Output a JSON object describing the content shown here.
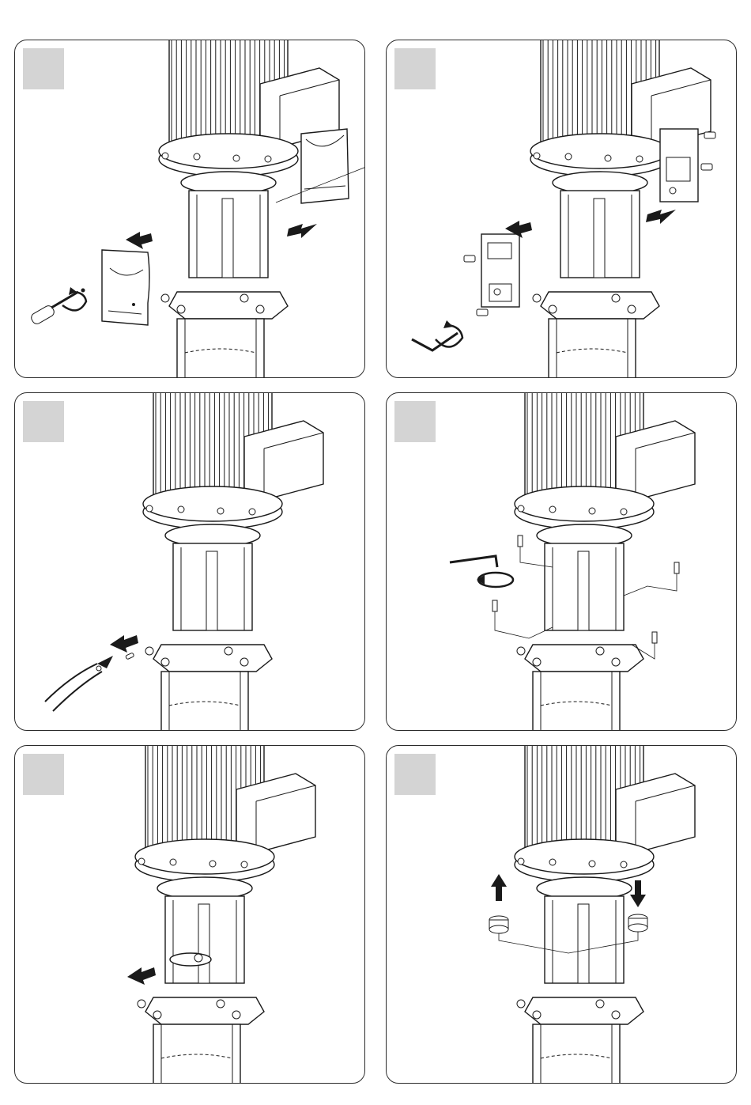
{
  "colors": {
    "line": "#1a1a1a",
    "badge_bg": "#d4d4d4",
    "badge_text": "#f4f4f4",
    "border": "#2b2b2b"
  },
  "panels": [
    {
      "badge": "",
      "content": "remove-coupling-guards"
    },
    {
      "badge": "",
      "content": "unscrew-coupling-halves"
    },
    {
      "badge": "",
      "content": "remove-shaft-pin"
    },
    {
      "badge": "",
      "content": "unscrew-seal-bolts"
    },
    {
      "badge": "",
      "content": "pull-out-seal-plate"
    },
    {
      "badge": "",
      "content": "replace-seal-rings"
    }
  ]
}
